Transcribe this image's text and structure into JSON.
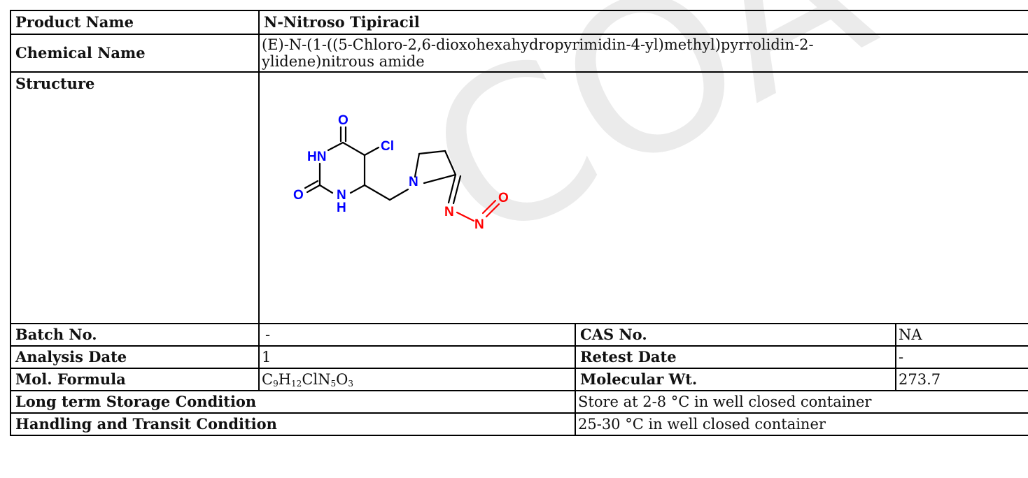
{
  "labels": {
    "product_name": "Product Name",
    "chemical_name": "Chemical Name",
    "structure": "Structure",
    "batch_no": "Batch No.",
    "cas_no": "CAS No.",
    "analysis_date": "Analysis Date",
    "retest_date": "Retest Date",
    "mol_formula": "Mol. Formula",
    "molecular_wt": "Molecular Wt.",
    "long_term_storage": "Long term Storage Condition",
    "handling_transit": "Handling and Transit Condition"
  },
  "values": {
    "product_name": "N-Nitroso Tipiracil",
    "chemical_name_line1": "(E)-N-(1-((5-Chloro-2,6-dioxohexahydropyrimidin-4-yl)methyl)pyrrolidin-2-",
    "chemical_name_line2": "ylidene)nitrous amide",
    "batch_no": "-",
    "cas_no": "NA",
    "analysis_date": "1",
    "retest_date": "-",
    "mol_formula": {
      "c": "C",
      "c_n": "9",
      "h": "H",
      "h_n": "12",
      "cln": "ClN",
      "n_n": "5",
      "o": "O",
      "o_n": "3"
    },
    "molecular_wt": "273.7",
    "long_term_storage": "Store at 2-8 °C in well closed container",
    "handling_transit": "25-30 °C in well closed container"
  },
  "structure_atoms": {
    "o_top": "O",
    "cl": "Cl",
    "hn": "HN",
    "n_ring": "N",
    "o_left": "O",
    "nh_n": "N",
    "nh_h": "H",
    "n_imine": "N",
    "n_nitroso": "N",
    "o_nitroso": "O"
  },
  "colors": {
    "atom_blue": "#0000ff",
    "atom_red": "#ff0000",
    "bond": "#000000",
    "watermark": "#ebebeb"
  },
  "watermark_text": "COA"
}
